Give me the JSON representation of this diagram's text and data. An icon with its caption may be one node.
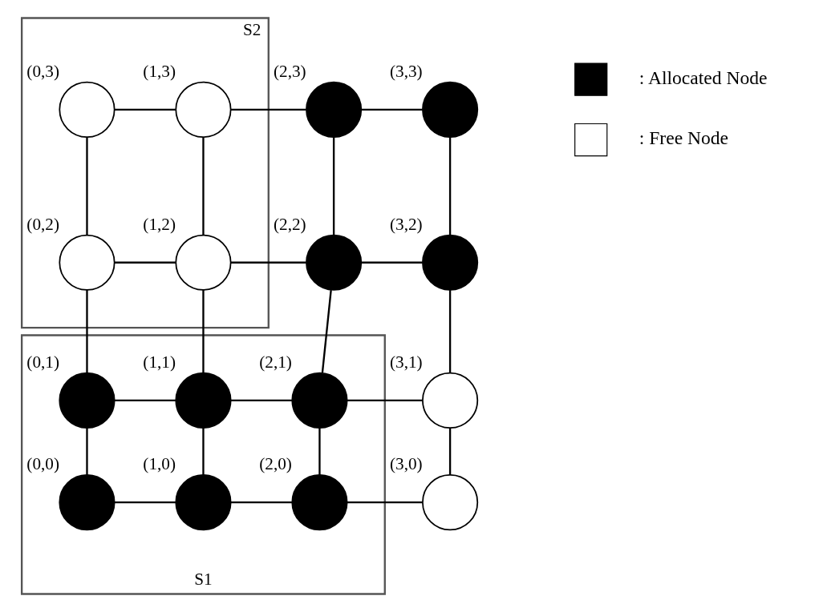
{
  "diagram": {
    "nodes": [
      {
        "text": [
          "S2"
        ]
      },
      {
        "text": [
          "(0,3)"
        ],
        "in": 0
      },
      {
        "text": [
          "(1,3)"
        ],
        "in": 0
      },
      {
        "text": [
          "(2,3)"
        ]
      },
      {
        "text": [
          "(3,3)"
        ]
      },
      {
        "text": [
          "(0,2)"
        ],
        "in": 0
      },
      {
        "text": [
          "(1,2)"
        ],
        "in": 0
      },
      {
        "text": [
          "(2,2)"
        ]
      },
      {
        "text": [
          "(3,2)"
        ]
      },
      {
        "text": [
          "S1"
        ]
      },
      {
        "text": [
          "(0,1)"
        ],
        "in": 9
      },
      {
        "text": [
          "(1,1)"
        ],
        "in": 9
      },
      {
        "text": [
          "(2,1)"
        ],
        "in": 9
      },
      {
        "text": [
          "(3,1)"
        ]
      },
      {
        "text": [
          "(0,0)"
        ],
        "in": 9
      },
      {
        "text": [
          "(1,0)"
        ],
        "in": 9
      },
      {
        "text": [
          "(2,0)"
        ],
        "in": 9
      },
      {
        "text": [
          "(3,0)"
        ]
      }
    ],
    "edges": [
      {
        "from": 1,
        "to": 2,
        "arrow": "none"
      },
      {
        "from": 2,
        "to": 3,
        "arrow": "none"
      },
      {
        "from": 3,
        "to": 4,
        "arrow": "none"
      },
      {
        "from": 1,
        "to": 5,
        "arrow": "none"
      },
      {
        "from": 2,
        "to": 6,
        "arrow": "none"
      },
      {
        "from": 3,
        "to": 7,
        "arrow": "none"
      },
      {
        "from": 4,
        "to": 8,
        "arrow": "none"
      },
      {
        "from": 5,
        "to": 6,
        "arrow": "none"
      },
      {
        "from": 6,
        "to": 7,
        "arrow": "none"
      },
      {
        "from": 7,
        "to": 8,
        "arrow": "none"
      },
      {
        "from": 5,
        "to": 10,
        "arrow": "none"
      },
      {
        "from": 6,
        "to": 11,
        "arrow": "none"
      },
      {
        "from": 7,
        "to": 12,
        "arrow": "none"
      },
      {
        "from": 8,
        "to": 13,
        "arrow": "none"
      },
      {
        "from": 10,
        "to": 11,
        "arrow": "none"
      },
      {
        "from": 11,
        "to": 12,
        "arrow": "none"
      },
      {
        "from": 12,
        "to": 13,
        "arrow": "none"
      },
      {
        "from": 10,
        "to": 14,
        "arrow": "none"
      },
      {
        "from": 11,
        "to": 15,
        "arrow": "none"
      },
      {
        "from": 12,
        "to": 16,
        "arrow": "none"
      },
      {
        "from": 13,
        "to": 17,
        "arrow": "none"
      },
      {
        "from": 14,
        "to": 15,
        "arrow": "none"
      },
      {
        "from": 15,
        "to": 16,
        "arrow": "none"
      },
      {
        "from": 16,
        "to": 17,
        "arrow": "none"
      }
    ],
    "legend": [
      {
        "text": ": Allocated Node",
        "color": "#000000"
      },
      {
        "text": ": Free Node",
        "color": "#ffffff"
      }
    ]
  }
}
